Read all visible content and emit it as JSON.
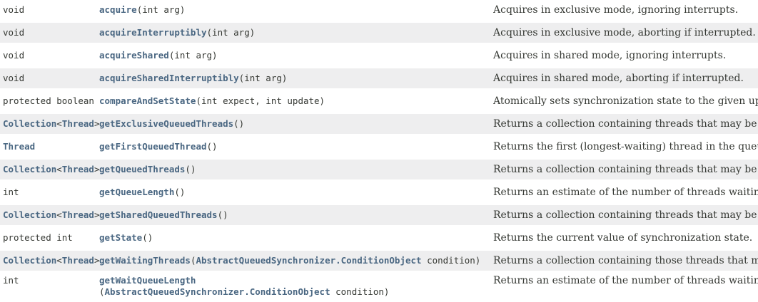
{
  "table": {
    "colors": {
      "link": "#4A6782",
      "text": "#353833",
      "alt_row": "#EEEEEF",
      "row": "#FFFFFF"
    },
    "rows": [
      {
        "alt": false,
        "return_type": [
          {
            "text": "void",
            "style": "plain",
            "name": "return-type-text"
          }
        ],
        "signature_lines": [
          [
            {
              "text": "acquire",
              "style": "link",
              "name": "method-name-link"
            },
            {
              "text": "(int arg)",
              "style": "plain",
              "name": "signature-args-text"
            }
          ]
        ],
        "description": "Acquires in exclusive mode, ignoring interrupts."
      },
      {
        "alt": true,
        "return_type": [
          {
            "text": "void",
            "style": "plain",
            "name": "return-type-text"
          }
        ],
        "signature_lines": [
          [
            {
              "text": "acquireInterruptibly",
              "style": "link",
              "name": "method-name-link"
            },
            {
              "text": "(int arg)",
              "style": "plain",
              "name": "signature-args-text"
            }
          ]
        ],
        "description": "Acquires in exclusive mode, aborting if interrupted."
      },
      {
        "alt": false,
        "return_type": [
          {
            "text": "void",
            "style": "plain",
            "name": "return-type-text"
          }
        ],
        "signature_lines": [
          [
            {
              "text": "acquireShared",
              "style": "link",
              "name": "method-name-link"
            },
            {
              "text": "(int arg)",
              "style": "plain",
              "name": "signature-args-text"
            }
          ]
        ],
        "description": "Acquires in shared mode, ignoring interrupts."
      },
      {
        "alt": true,
        "return_type": [
          {
            "text": "void",
            "style": "plain",
            "name": "return-type-text"
          }
        ],
        "signature_lines": [
          [
            {
              "text": "acquireSharedInterruptibly",
              "style": "link",
              "name": "method-name-link"
            },
            {
              "text": "(int arg)",
              "style": "plain",
              "name": "signature-args-text"
            }
          ]
        ],
        "description": "Acquires in shared mode, aborting if interrupted."
      },
      {
        "alt": false,
        "return_type": [
          {
            "text": "protected boolean",
            "style": "plain",
            "name": "return-type-text"
          }
        ],
        "signature_lines": [
          [
            {
              "text": "compareAndSetState",
              "style": "link",
              "name": "method-name-link"
            },
            {
              "text": "(int expect, int update)",
              "style": "plain",
              "name": "signature-args-text"
            }
          ]
        ],
        "description": "Atomically sets synchronization state to the given updated value if the current state value equals the expected value."
      },
      {
        "alt": true,
        "return_type": [
          {
            "text": "Collection",
            "style": "link",
            "name": "collection-type-link"
          },
          {
            "text": "<",
            "style": "plain",
            "name": "bracket-text"
          },
          {
            "text": "Thread",
            "style": "link",
            "name": "thread-type-link"
          },
          {
            "text": ">",
            "style": "plain",
            "name": "bracket-text"
          }
        ],
        "signature_lines": [
          [
            {
              "text": "getExclusiveQueuedThreads",
              "style": "link",
              "name": "method-name-link"
            },
            {
              "text": "()",
              "style": "plain",
              "name": "signature-args-text"
            }
          ]
        ],
        "description": "Returns a collection containing threads that may be waiting to acquire in exclusive mode."
      },
      {
        "alt": false,
        "return_type": [
          {
            "text": "Thread",
            "style": "link",
            "name": "thread-type-link"
          }
        ],
        "signature_lines": [
          [
            {
              "text": "getFirstQueuedThread",
              "style": "link",
              "name": "method-name-link"
            },
            {
              "text": "()",
              "style": "plain",
              "name": "signature-args-text"
            }
          ]
        ],
        "description": "Returns the first (longest-waiting) thread in the queue, or null if no threads are currently queued."
      },
      {
        "alt": true,
        "return_type": [
          {
            "text": "Collection",
            "style": "link",
            "name": "collection-type-link"
          },
          {
            "text": "<",
            "style": "plain",
            "name": "bracket-text"
          },
          {
            "text": "Thread",
            "style": "link",
            "name": "thread-type-link"
          },
          {
            "text": ">",
            "style": "plain",
            "name": "bracket-text"
          }
        ],
        "signature_lines": [
          [
            {
              "text": "getQueuedThreads",
              "style": "link",
              "name": "method-name-link"
            },
            {
              "text": "()",
              "style": "plain",
              "name": "signature-args-text"
            }
          ]
        ],
        "description": "Returns a collection containing threads that may be waiting to acquire."
      },
      {
        "alt": false,
        "return_type": [
          {
            "text": "int",
            "style": "plain",
            "name": "return-type-text"
          }
        ],
        "signature_lines": [
          [
            {
              "text": "getQueueLength",
              "style": "link",
              "name": "method-name-link"
            },
            {
              "text": "()",
              "style": "plain",
              "name": "signature-args-text"
            }
          ]
        ],
        "description": "Returns an estimate of the number of threads waiting to acquire."
      },
      {
        "alt": true,
        "return_type": [
          {
            "text": "Collection",
            "style": "link",
            "name": "collection-type-link"
          },
          {
            "text": "<",
            "style": "plain",
            "name": "bracket-text"
          },
          {
            "text": "Thread",
            "style": "link",
            "name": "thread-type-link"
          },
          {
            "text": ">",
            "style": "plain",
            "name": "bracket-text"
          }
        ],
        "signature_lines": [
          [
            {
              "text": "getSharedQueuedThreads",
              "style": "link",
              "name": "method-name-link"
            },
            {
              "text": "()",
              "style": "plain",
              "name": "signature-args-text"
            }
          ]
        ],
        "description": "Returns a collection containing threads that may be waiting to acquire in shared mode."
      },
      {
        "alt": false,
        "return_type": [
          {
            "text": "protected int",
            "style": "plain",
            "name": "return-type-text"
          }
        ],
        "signature_lines": [
          [
            {
              "text": "getState",
              "style": "link",
              "name": "method-name-link"
            },
            {
              "text": "()",
              "style": "plain",
              "name": "signature-args-text"
            }
          ]
        ],
        "description": "Returns the current value of synchronization state."
      },
      {
        "alt": true,
        "return_type": [
          {
            "text": "Collection",
            "style": "link",
            "name": "collection-type-link"
          },
          {
            "text": "<",
            "style": "plain",
            "name": "bracket-text"
          },
          {
            "text": "Thread",
            "style": "link",
            "name": "thread-type-link"
          },
          {
            "text": ">",
            "style": "plain",
            "name": "bracket-text"
          }
        ],
        "signature_lines": [
          [
            {
              "text": "getWaitingThreads",
              "style": "link",
              "name": "method-name-link"
            },
            {
              "text": "(",
              "style": "plain",
              "name": "signature-args-text"
            },
            {
              "text": "AbstractQueuedSynchronizer.ConditionObject",
              "style": "link",
              "name": "condition-object-type-link"
            },
            {
              "text": " condition)",
              "style": "plain",
              "name": "signature-args-text"
            }
          ]
        ],
        "description": "Returns a collection containing those threads that may be waiting on the given condition associated with this synchronizer."
      },
      {
        "alt": false,
        "tall": true,
        "return_type": [
          {
            "text": "int",
            "style": "plain",
            "name": "return-type-text"
          }
        ],
        "signature_lines": [
          [
            {
              "text": "getWaitQueueLength",
              "style": "link",
              "name": "method-name-link"
            }
          ],
          [
            {
              "text": "(",
              "style": "plain",
              "name": "signature-args-text"
            },
            {
              "text": "AbstractQueuedSynchronizer.ConditionObject",
              "style": "link",
              "name": "condition-object-type-link"
            },
            {
              "text": " condition)",
              "style": "plain",
              "name": "signature-args-text"
            }
          ]
        ],
        "description": "Returns an estimate of the number of threads waiting on the given condition associated with this synchronizer."
      }
    ]
  }
}
